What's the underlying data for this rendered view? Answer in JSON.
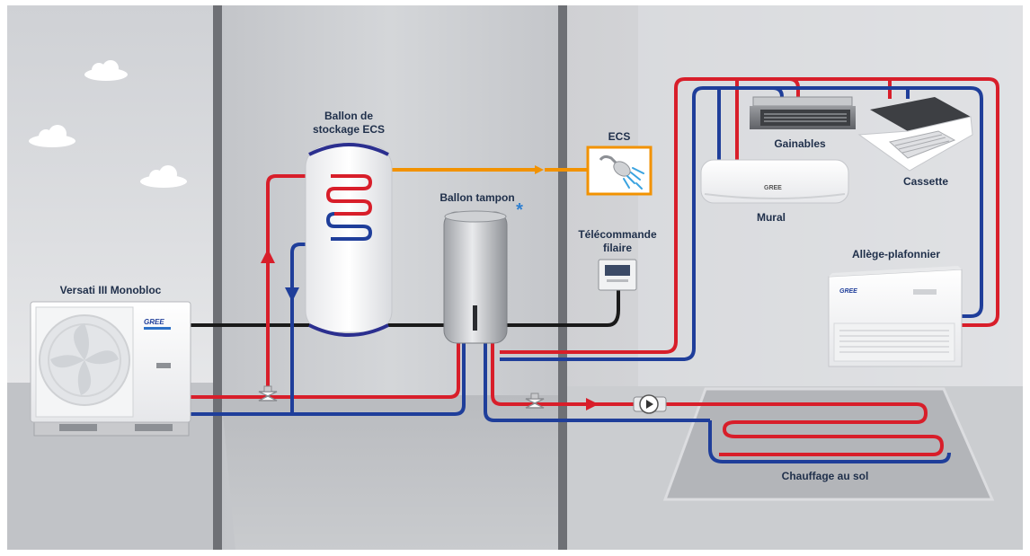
{
  "labels": {
    "heat_pump": "Versati III Monobloc",
    "storage_tank_line1": "Ballon de",
    "storage_tank_line2": "stockage ECS",
    "buffer_tank": "Ballon tampon",
    "buffer_tank_note": "*",
    "ecs": "ECS",
    "remote_line1": "Télécommande",
    "remote_line2": "filaire",
    "ducted": "Gainables",
    "cassette": "Cassette",
    "wall": "Mural",
    "floor_ceiling": "Allège-plafonnier",
    "underfloor": "Chauffage au sol"
  },
  "brand": {
    "logo_text": "GREE"
  },
  "colors": {
    "hot_pipe": "#d81e2a",
    "cold_pipe": "#1f3e9a",
    "dhw_pipe": "#f29200",
    "control_cable": "#1a1a1a",
    "label_text": "#1f2f4a"
  }
}
